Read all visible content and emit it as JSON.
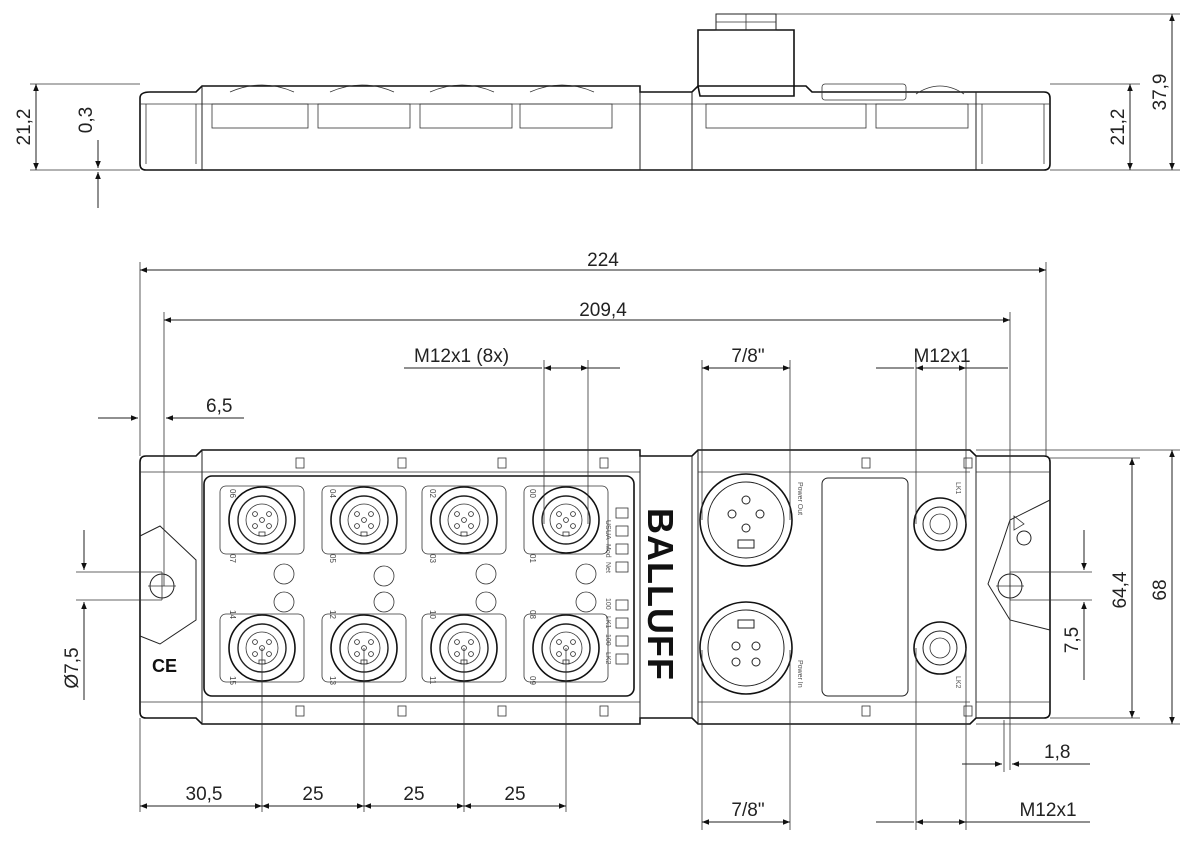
{
  "dimensions": {
    "side_height_left": "21,2",
    "side_offset": "0,3",
    "side_height_right": "21,2",
    "side_total_height": "37,9",
    "overall_length": "224",
    "hole_spacing": "209,4",
    "m12_8x": "M12x1 (8x)",
    "power_out_size": "7/8\"",
    "m12_top": "M12x1",
    "edge_offset": "6,5",
    "hole_diameter": "Ø7,5",
    "first_port_offset": "30,5",
    "pitch_1": "25",
    "pitch_2": "25",
    "pitch_3": "25",
    "power_in_size": "7/8\"",
    "m12_bottom": "M12x1",
    "flange_thickness": "1,8",
    "hole_offset": "7,5",
    "inner_height": "64,4",
    "overall_height": "68"
  },
  "port_labels": {
    "top_row": [
      {
        "upper": "06",
        "lower": "07"
      },
      {
        "upper": "04",
        "lower": "05"
      },
      {
        "upper": "02",
        "lower": "03"
      },
      {
        "upper": "00",
        "lower": "01"
      }
    ],
    "bottom_row": [
      {
        "upper": "14",
        "lower": "15"
      },
      {
        "upper": "12",
        "lower": "13"
      },
      {
        "upper": "10",
        "lower": "11"
      },
      {
        "upper": "08",
        "lower": "09"
      }
    ]
  },
  "led_labels": [
    "US",
    "UA",
    "Mod",
    "Net",
    "100",
    "LK1",
    "100",
    "LK2"
  ],
  "brand": "BALLUFF",
  "ce_mark": "CE",
  "power_out_label": "Power Out",
  "power_in_label": "Power In",
  "lk1_label": "LK1",
  "lk2_label": "LK2",
  "colors": {
    "line": "#111111",
    "background": "#ffffff"
  }
}
